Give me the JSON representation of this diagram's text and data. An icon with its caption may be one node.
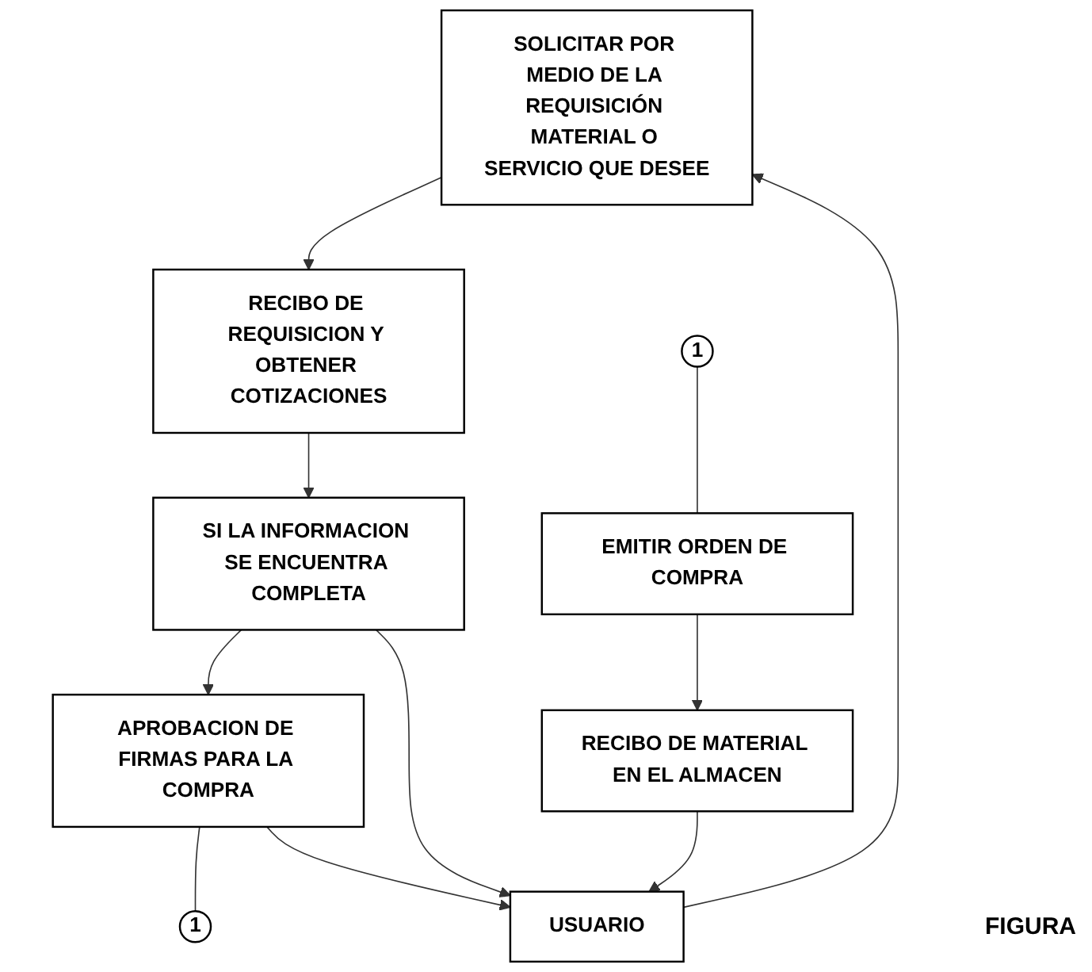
{
  "diagram": {
    "nodes": [
      {
        "text": [
          "SOLICITAR POR MEDIO DE LA REQUISICIÓN MATERIAL O SERVICIO QUE DESEE"
        ]
      },
      {
        "text": [
          "USUARIO"
        ]
      },
      {
        "text": [
          "RECIBO DE REQUISICION Y OBTENER COTIZACIONES"
        ]
      },
      {
        "text": [
          "SI LA INFORMACION SE ENCUENTRA COMPLETA"
        ]
      },
      {
        "text": [
          "APROBACION DE FIRMAS PARA LA COMPRA"
        ]
      },
      {
        "text": [
          "1"
        ]
      },
      {
        "text": [
          "1"
        ]
      },
      {
        "text": [
          "EMITIR ORDEN DE COMPRA"
        ]
      },
      {
        "text": [
          "RECIBO DE MATERIAL EN EL ALMACEN"
        ]
      }
    ],
    "edges": [
      {
        "from": 1,
        "to": 0,
        "arrow": "to"
      },
      {
        "from": 0,
        "to": 2,
        "arrow": "to"
      },
      {
        "from": 2,
        "to": 3,
        "arrow": "to"
      },
      {
        "from": 3,
        "to": 4,
        "arrow": "to"
      },
      {
        "from": 4,
        "to": 5,
        "arrow": "none"
      },
      {
        "from": 6,
        "to": 7,
        "arrow": "none"
      },
      {
        "from": 7,
        "to": 8,
        "arrow": "to"
      },
      {
        "from": 3,
        "to": 1,
        "arrow": "to"
      },
      {
        "from": 4,
        "to": 1,
        "arrow": "to"
      },
      {
        "from": 8,
        "to": 1,
        "arrow": "to"
      }
    ],
    "labels": [
      "FIGURA"
    ]
  }
}
